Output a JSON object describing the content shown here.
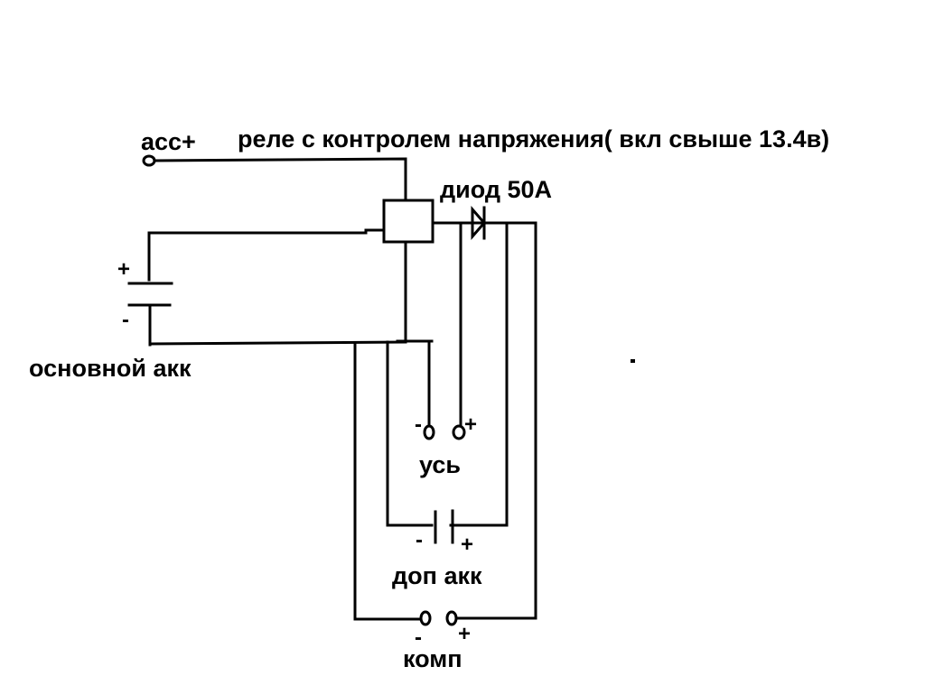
{
  "diagram": {
    "type": "wiring-schematic",
    "language": "ru",
    "labels": {
      "acc": "acc+",
      "relay": "реле с контролем напряжения( вкл свыше 13.4в)",
      "diode": "диод 50А",
      "main_battery": "основной акк",
      "amplifier": "усь",
      "aux_battery": "доп акк",
      "computer": "комп"
    },
    "signs": {
      "main_plus": "+",
      "main_minus": "-",
      "amp_minus": "-",
      "amp_plus": "+",
      "aux_minus": "-",
      "aux_plus": "+",
      "comp_minus": "-",
      "comp_plus": "+"
    },
    "components": [
      {
        "id": "acc-terminal",
        "label": "acc+"
      },
      {
        "id": "relay",
        "label": "реле с контролем напряжения",
        "threshold": "13.4в"
      },
      {
        "id": "diode",
        "label": "диод 50А"
      },
      {
        "id": "main-battery",
        "label": "основной акк"
      },
      {
        "id": "amplifier",
        "label": "усь"
      },
      {
        "id": "aux-battery",
        "label": "доп акк"
      },
      {
        "id": "computer",
        "label": "комп"
      }
    ],
    "connections": [
      [
        "acc-terminal",
        "relay.control"
      ],
      [
        "main-battery.plus",
        "relay.in"
      ],
      [
        "relay.out",
        "diode.anode"
      ],
      [
        "relay.out",
        "amplifier.plus"
      ],
      [
        "diode.cathode",
        "aux-battery.plus"
      ],
      [
        "diode.cathode",
        "computer.plus"
      ],
      [
        "main-battery.minus",
        "relay.ground"
      ],
      [
        "main-battery.minus",
        "amplifier.minus"
      ],
      [
        "main-battery.minus",
        "aux-battery.minus"
      ],
      [
        "main-battery.minus",
        "computer.minus"
      ]
    ]
  },
  "colors": {
    "ink": "#000000",
    "background": "#ffffff"
  }
}
